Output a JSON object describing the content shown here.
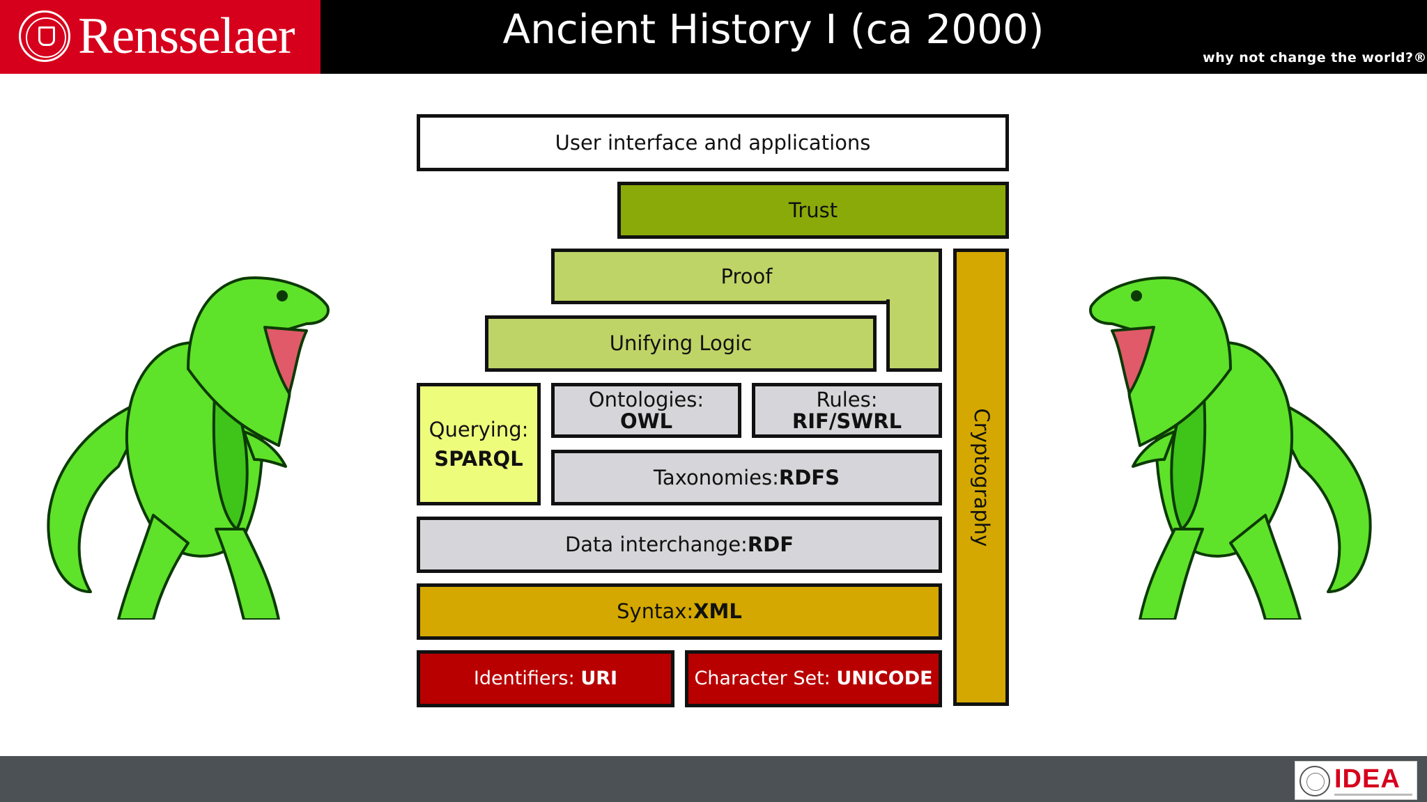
{
  "header": {
    "brand": "Rensselaer",
    "title": "Ancient History I (ca 2000)",
    "tagline": "why not change the world?®"
  },
  "diagram": {
    "ui": "User interface and applications",
    "trust": "Trust",
    "proof": "Proof",
    "unifying_logic": "Unifying Logic",
    "querying_label": "Querying:",
    "querying_value": "SPARQL",
    "ontologies_label": "Ontologies:",
    "ontologies_value": "OWL",
    "rules_label": "Rules:",
    "rules_value": "RIF/SWRL",
    "taxonomies_label": "Taxonomies:",
    "taxonomies_value": "RDFS",
    "data_label": "Data interchange:",
    "data_value": "RDF",
    "syntax_label": "Syntax:",
    "syntax_value": "XML",
    "identifiers_label": "Identifiers:",
    "identifiers_value": "URI",
    "charset_label": "Character Set:",
    "charset_value": "UNICODE",
    "crypto": "Cryptography"
  },
  "footer": {
    "logo": "IDEA"
  },
  "colors": {
    "brand_red": "#d6001c",
    "dino_green": "#5fe22a",
    "trust_green": "#8aaa0a",
    "logic_green": "#bfd466",
    "query_yellow": "#eefc7c",
    "grey": "#d6d6da",
    "gold": "#d4a800",
    "red_layer": "#b90000"
  }
}
